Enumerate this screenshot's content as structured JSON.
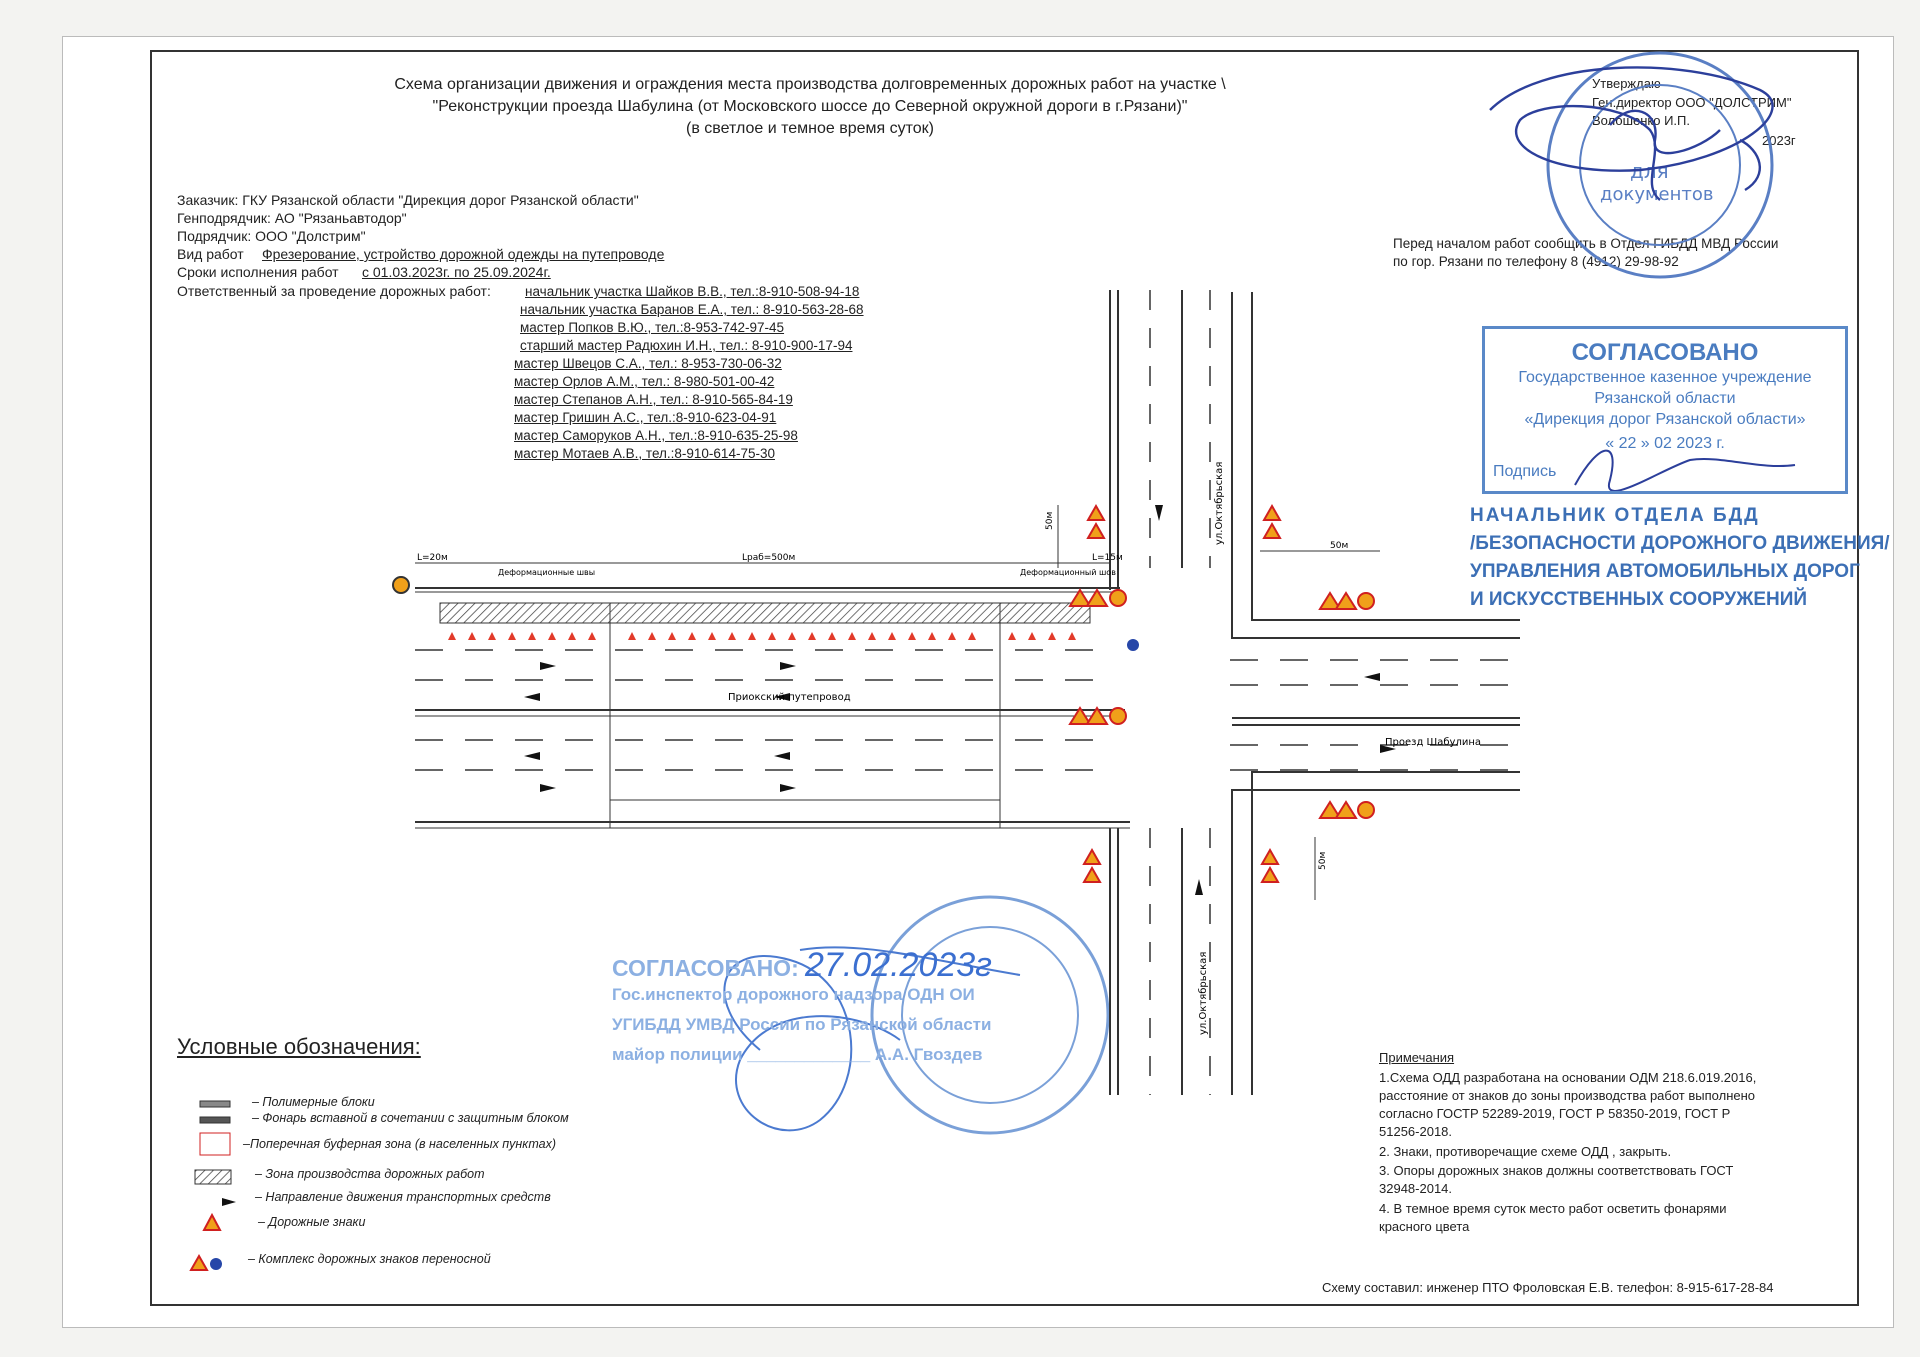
{
  "title": {
    "line1": "Схема организации движения и ограждения места производства долговременных дорожных работ на участке \\",
    "line2": "\"Реконструкции проезда Шабулина (от Московского шоссе до Северной окружной дороги в г.Рязани)\"",
    "line3": "(в светлое и темное время суток)"
  },
  "approval": {
    "line1": "Утверждаю",
    "line2": "Ген.директор ООО \"ДОЛСТРИМ\"",
    "line3": "Волошенко И.П.",
    "line4": "2023г"
  },
  "info": {
    "customer": "Заказчик: ГКУ Рязанской области \"Дирекция дорог Рязанской области\"",
    "general": "Генподрядчик: АО \"Рязаньавтодор\"",
    "contractor": "Подрядчик: ООО \"Долстрим\"",
    "work_label": "Вид работ",
    "work_value": "Фрезерование, устройство дорожной одежды на путепроводе",
    "terms_label": "Сроки исполнения работ",
    "terms_value": "с 01.03.2023г.  по 25.09.2024г.",
    "resp_label": "Ответственный за проведение дорожных работ:"
  },
  "contacts": [
    "начальник участка Шайков В.В., тел.:8-910-508-94-18",
    "начальник участка Баранов Е.А., тел.: 8-910-563-28-68",
    "мастер Попков В.Ю., тел.:8-953-742-97-45",
    "старший мастер Радюхин И.Н., тел.: 8-910-900-17-94",
    "мастер Швецов С.А., тел.: 8-953-730-06-32",
    "мастер Орлов А.М., тел.: 8-980-501-00-42",
    "мастер Степанов А.Н., тел.: 8-910-565-84-19",
    "мастер Гришин А.С., тел.:8-910-623-04-91",
    "мастер Саморуков А.Н., тел.:8-910-635-25-98",
    "мастер Мотаев А.В., тел.:8-910-614-75-30"
  ],
  "gibdd_notice": {
    "line1": "Перед началом работ сообщить в Отдел ГИБДД  МВД России",
    "line2": "по гор. Рязани по телефону  8 (4912) 29-98-92"
  },
  "stamp_agreed": {
    "head": "СОГЛАСОВАНО",
    "l1": "Государственное казенное учреждение",
    "l2": "Рязанской области",
    "l3": "«Дирекция дорог Рязанской области»",
    "date": "« 22 »    02        2023 г.",
    "sign": "Подпись"
  },
  "bdd_stamp": {
    "l1": "НАЧАЛЬНИК ОТДЕЛА БДД",
    "l2": "/БЕЗОПАСНОСТИ ДОРОЖНОГО ДВИЖЕНИЯ/",
    "l3": "УПРАВЛЕНИЯ АВТОМОБИЛЬНЫХ ДОРОГ",
    "l4": "И ИСКУССТВЕННЫХ СООРУЖЕНИЙ"
  },
  "inspector_stamp": {
    "head": "СОГЛАСОВАНО:",
    "date": "27.02.2023г",
    "l1": "Гос.инспектор дорожного надзора ОДН ОИ",
    "l2": "УГИБДД УМВД России по Рязанской области",
    "l3": "майор полиции _____________ А.А. Гвоздев"
  },
  "scheme": {
    "l20": "L=20м",
    "lwork": "Lраб=500м",
    "l15": "L=15м",
    "joint1": "Деформационные швы",
    "joint2": "Деформационный шов",
    "bridge": "Приокский путепровод",
    "street_top": "ул.Октябрьская",
    "street_bottom": "ул.Октябрьская",
    "proezd": "Проезд Шабулина",
    "d50a": "50м",
    "d50b": "50м",
    "d50c": "50м"
  },
  "legend": {
    "title": "Условные обозначения:",
    "items": [
      "– Полимерные блоки",
      "– Фонарь вставной в сочетании с защитным блоком",
      "–Поперечная буферная зона (в населенных пунктах)",
      "– Зона производства дорожных работ",
      "– Направление движения транспортных средств",
      "– Дорожные знаки",
      "– Комплекс дорожных знаков переносной"
    ]
  },
  "notes": {
    "title": "Примечания",
    "lines": [
      "1.Схема ОДД разработана на основании ОДМ  218.6.019.2016,",
      "расстояние от знаков до зоны производства работ выполнено",
      "согласно ГОСТР  52289-2019, ГОСТ Р 58350-2019, ГОСТ Р",
      "51256-2018.",
      "2. Знаки, противоречащие схеме ОДД , закрыть.",
      "3. Опоры дорожных знаков должны соответствовать ГОСТ",
      "32948-2014.",
      "4. В темное время суток место работ осветить фонарями",
      "красного цвета"
    ]
  },
  "footer": "Схему составил: инженер ПТО Фроловская Е.В. телефон: 8-915-617-28-84",
  "colors": {
    "stamp_blue": "#4a7cc0",
    "sign_orange": "#f0a01a",
    "sign_red": "#d02020",
    "cone": "#e23a2a"
  }
}
